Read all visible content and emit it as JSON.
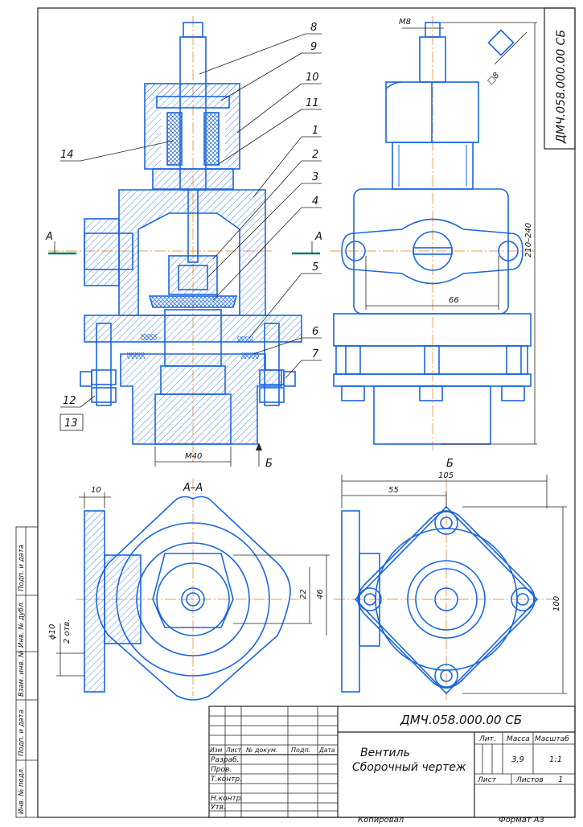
{
  "drawing": {
    "designation_vertical": "ДМЧ.058.000.00 СБ",
    "designation": "ДМЧ.058.000.00 СБ",
    "name_line1": "Вентиль",
    "name_line2": "Сборочный чертеж",
    "copied": "Копировал",
    "format": "Формат  А3"
  },
  "stamp": {
    "headers": {
      "change": "Изм",
      "sheet": "Лист",
      "doc": "№ докум.",
      "sign": "Подп.",
      "date": "Дата"
    },
    "roles": [
      "Разраб.",
      "Пров.",
      "Т.контр.",
      "Н.контр.",
      "Утв."
    ],
    "lit_label": "Лит.",
    "mass_label": "Масса",
    "scale_label": "Масштаб",
    "mass": "3,9",
    "scale": "1:1",
    "sheet_label": "Лист",
    "sheets_label": "Листов",
    "sheets": "1"
  },
  "side_strip": [
    "Подп. и дата",
    "Инв. № дубл.",
    "Взам. инв. №",
    "Подп. и дата",
    "Инв. № подл."
  ],
  "leaders": [
    "1",
    "2",
    "3",
    "4",
    "5",
    "6",
    "7",
    "8",
    "9",
    "10",
    "11",
    "12",
    "13",
    "14"
  ],
  "section_marks": {
    "a_left": "А",
    "a_right": "А",
    "b": "Б",
    "view_b": "Б",
    "section_aa": "А–А"
  },
  "dims": {
    "m40": "М40",
    "m8": "М8",
    "sq8": "□8",
    "d66": "66",
    "d210": "210–240",
    "d10": "10",
    "d22": "22",
    "d46": "46",
    "hole_d": "ϕ10",
    "hole_n": "2 отв.",
    "d105": "105",
    "d55": "55",
    "d100": "100"
  }
}
